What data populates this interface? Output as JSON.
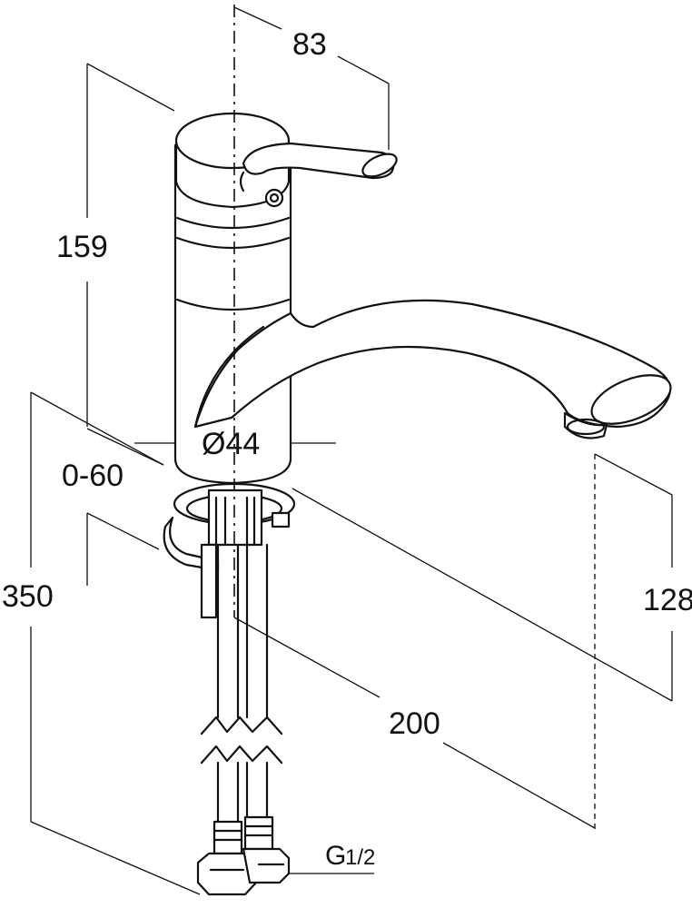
{
  "dimensions": {
    "handle_reach": "83",
    "body_height": "159",
    "deck_thickness": "0-60",
    "total_length": "350",
    "body_diameter": "Ø44",
    "spout_clearance": "128",
    "spout_reach": "200",
    "connection_thread_prefix": "G",
    "connection_thread_size": "1/2"
  }
}
